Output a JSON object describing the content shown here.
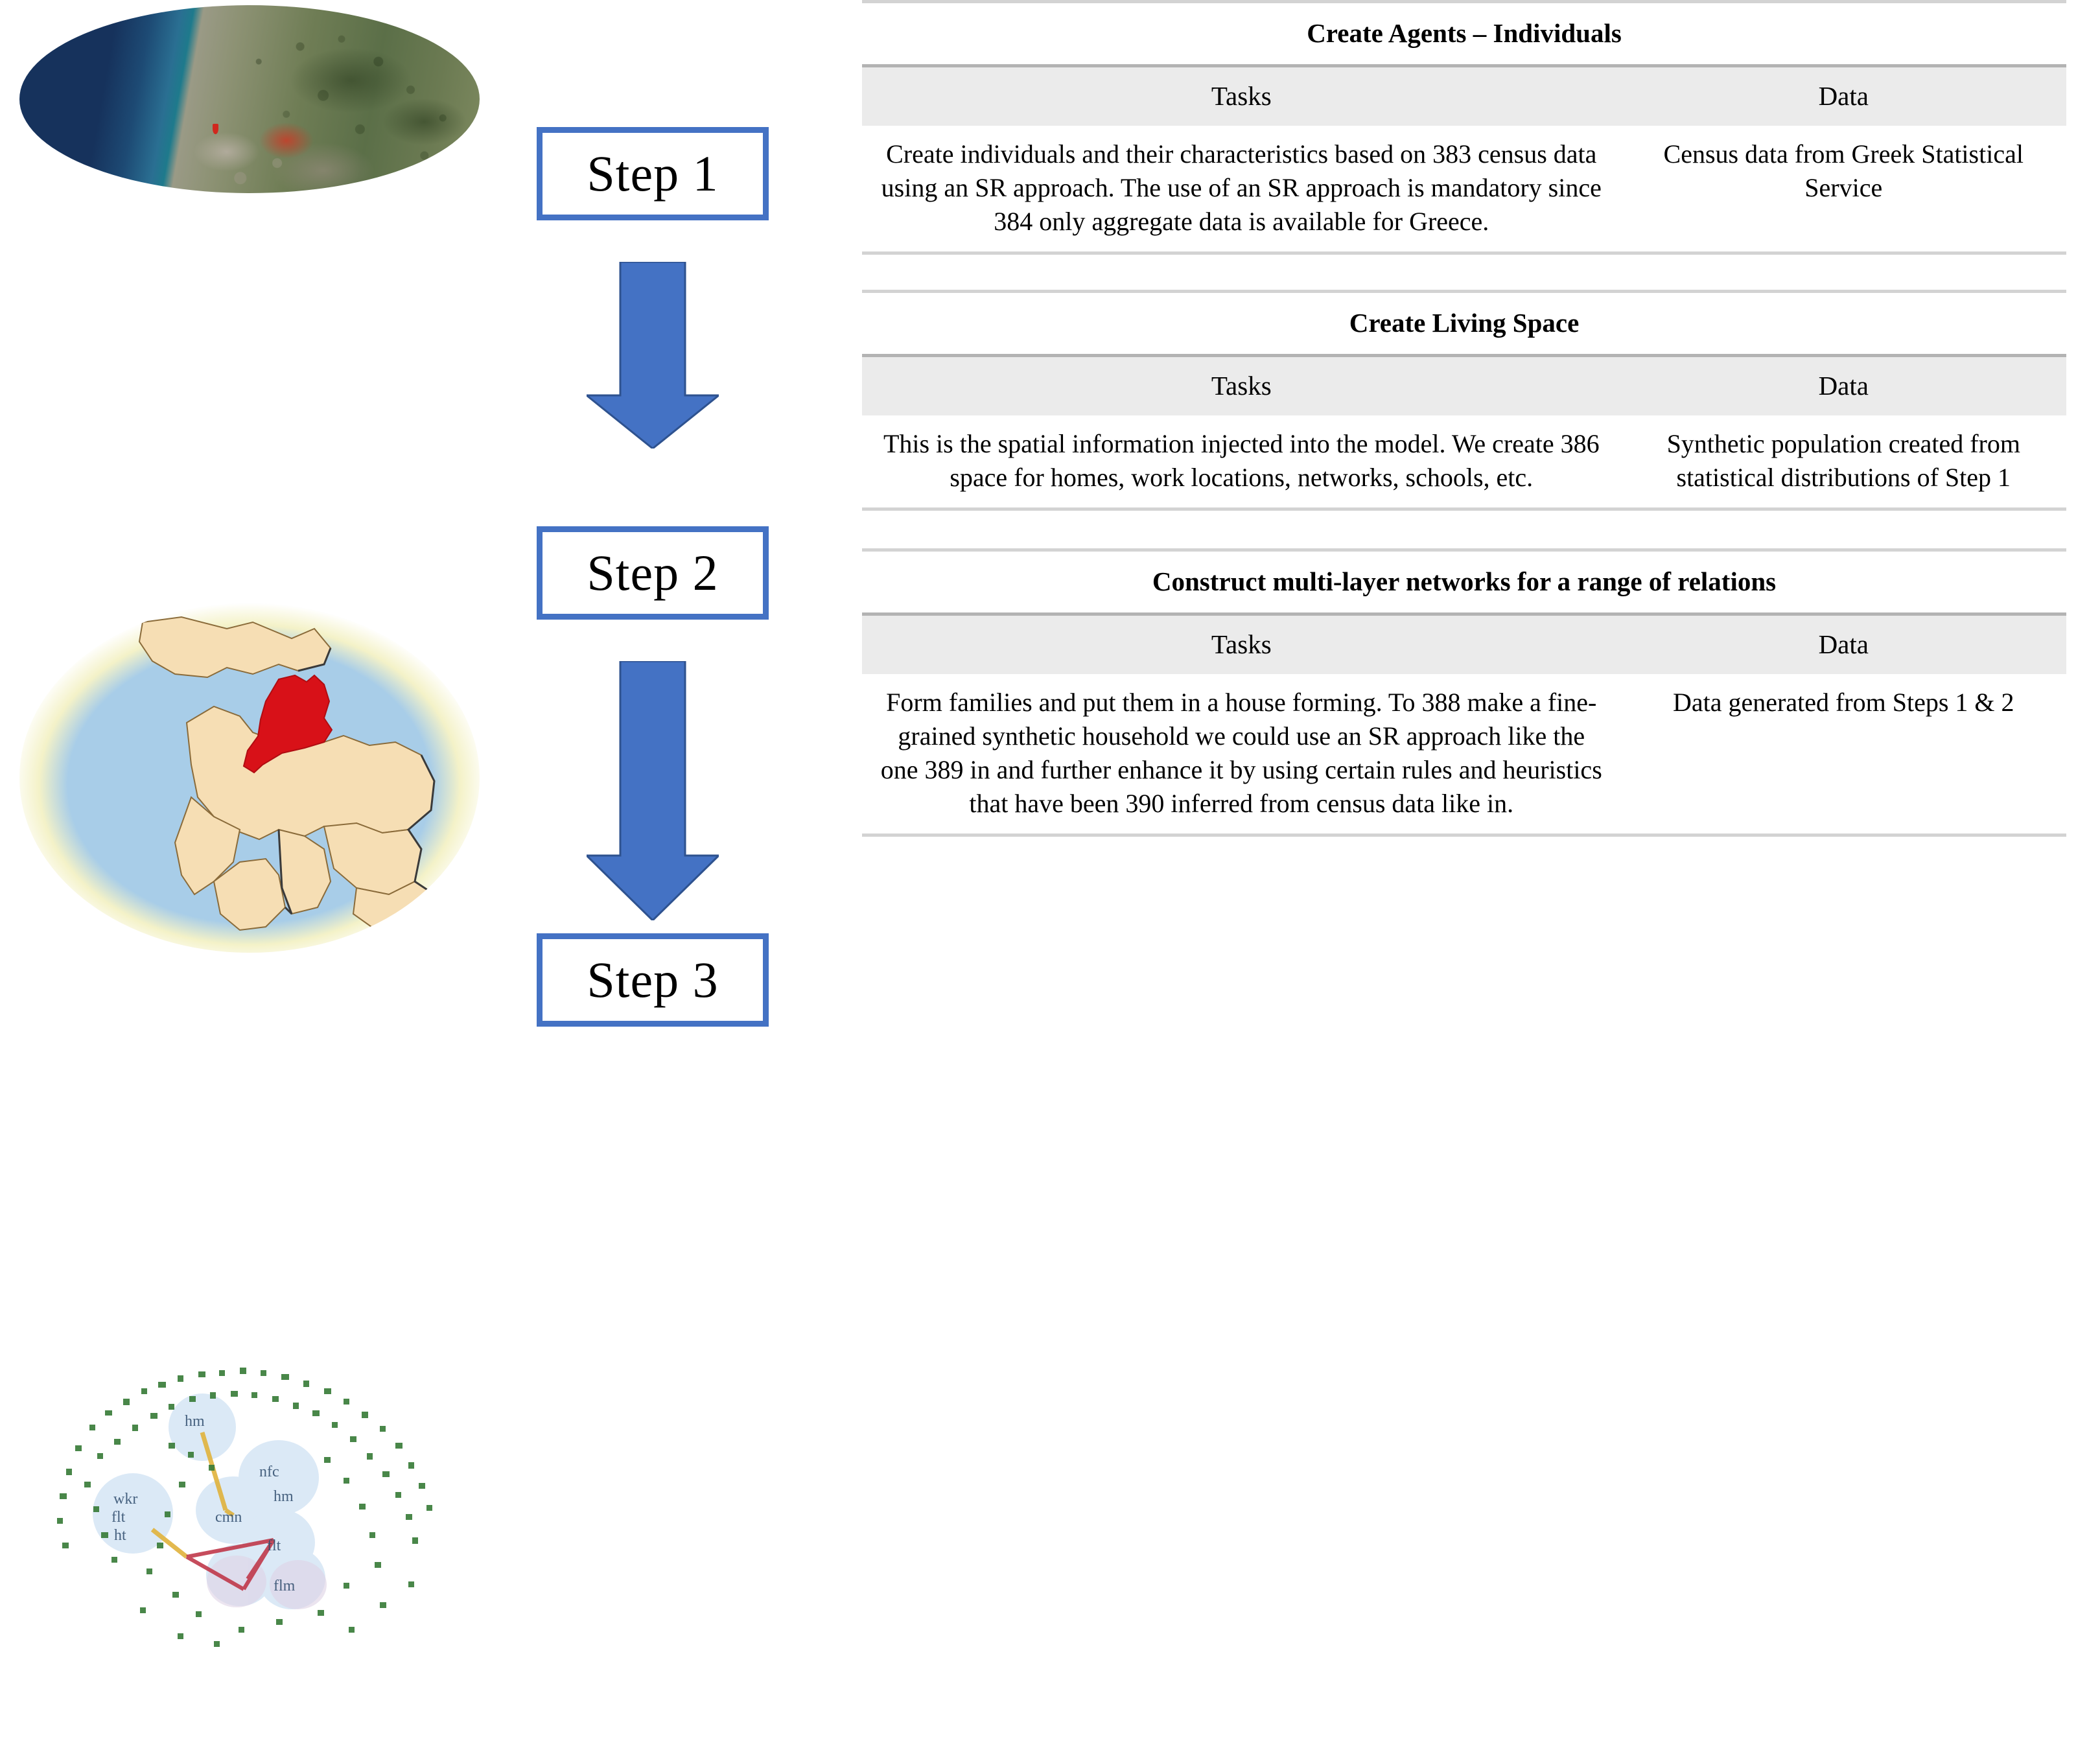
{
  "figures": [
    {
      "name": "satellite-map",
      "alt": "Satellite image of coastal region with sea on the left and mountainous terrain"
    },
    {
      "name": "administrative-map",
      "alt": "Administrative map with regions in tan, sea in light blue and one region highlighted in red"
    },
    {
      "name": "network-graph",
      "alt": "Multi-layer social network graph with green nodes, blue clusters and yellow and red edges"
    }
  ],
  "steps": [
    {
      "label": "Step 1"
    },
    {
      "label": "Step 2"
    },
    {
      "label": "Step 3"
    }
  ],
  "arrows": [
    {
      "name": "down-arrow-step1-to-step2"
    },
    {
      "name": "down-arrow-step2-to-step3"
    }
  ],
  "colors": {
    "accent_blue": "#4472C4",
    "arrow_blue": "#4472C4",
    "arrow_stroke": "#2E528F",
    "header_row_bg": "#EBEBEB",
    "rule_light": "#D3D3D3",
    "rule_dark": "#B3B3B3",
    "map_highlight_red": "#D81118",
    "map_land_tan": "#F6DEB4",
    "map_sea_blue": "#A8CDE8"
  },
  "tables": [
    {
      "title": "Create Agents – Individuals",
      "columns": [
        "Tasks",
        "Data"
      ],
      "rows": [
        {
          "tasks": "Create individuals and their characteristics based on 383 census data using an SR approach. The use of an SR approach is mandatory since 384 only aggregate data is available for Greece.",
          "data": "Census data from Greek Statistical Service"
        }
      ]
    },
    {
      "title": "Create Living Space",
      "columns": [
        "Tasks",
        "Data"
      ],
      "rows": [
        {
          "tasks": "This is the spatial information injected into the model. We create 386 space for homes, work locations, networks, schools, etc.",
          "data": "Synthetic population created from statistical distributions of Step 1"
        }
      ]
    },
    {
      "title": "Construct multi-layer networks for a range of relations",
      "columns": [
        "Tasks",
        "Data"
      ],
      "rows": [
        {
          "tasks": "Form families and put them in a house forming. To 388 make a fine-grained synthetic household we could use an SR approach like the one 389 in and further enhance it by using certain rules and heuristics that have been 390 inferred from census data like in.",
          "data": "Data generated from Steps 1 & 2"
        }
      ]
    }
  ]
}
